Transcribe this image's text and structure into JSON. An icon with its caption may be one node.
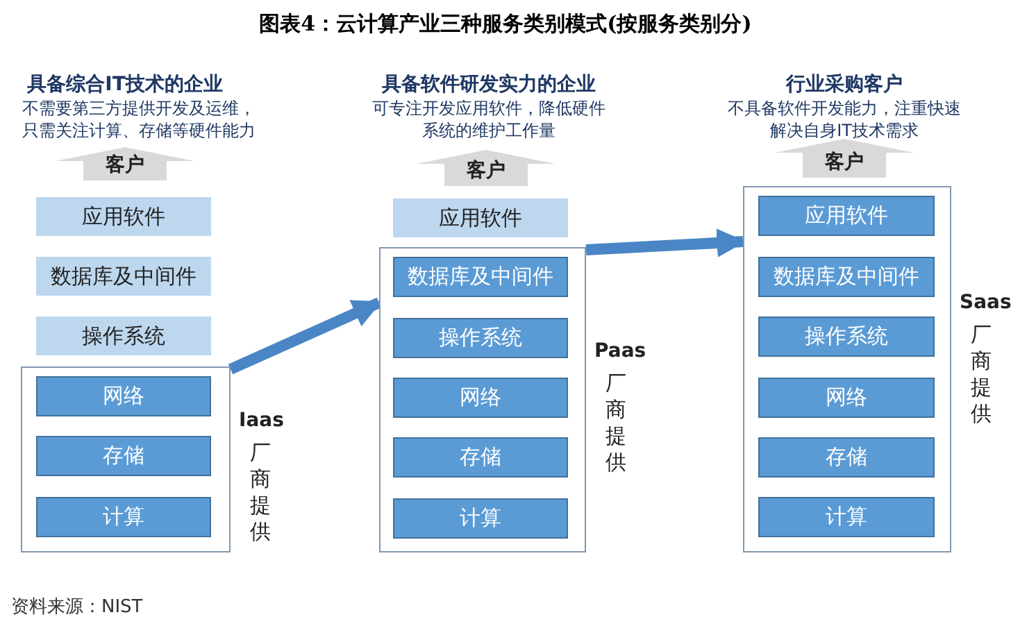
{
  "diagram": {
    "title": "图表4：云计算产业三种服务类别模式(按服务类别分)",
    "caption": "资料来源：NIST",
    "nodes": [
      {
        "text": [
          "客户"
        ]
      },
      {
        "text": [
          "应用软件"
        ]
      },
      {
        "text": [
          "数据库及中间件"
        ]
      },
      {
        "text": [
          "操作系统"
        ]
      },
      {
        "text": [],
        "shape": "box",
        "beside": [
          "Iaas",
          "厂商提供"
        ]
      },
      {
        "text": [
          "网络"
        ],
        "in": 4
      },
      {
        "text": [
          "存储"
        ],
        "in": 4
      },
      {
        "text": [
          "计算"
        ],
        "in": 4
      },
      {
        "text": [
          "客户"
        ]
      },
      {
        "text": [
          "应用软件"
        ]
      },
      {
        "text": [],
        "shape": "box",
        "beside": [
          "Paas",
          "厂商提供"
        ]
      },
      {
        "text": [
          "数据库及中间件"
        ],
        "in": 10
      },
      {
        "text": [
          "操作系统"
        ],
        "in": 10
      },
      {
        "text": [
          "网络"
        ],
        "in": 10
      },
      {
        "text": [
          "存储"
        ],
        "in": 10
      },
      {
        "text": [
          "计算"
        ],
        "in": 10
      },
      {
        "text": [
          "客户"
        ]
      },
      {
        "text": [],
        "shape": "box",
        "beside": [
          "Saas",
          "厂商提供"
        ]
      },
      {
        "text": [
          "应用软件"
        ],
        "in": 17
      },
      {
        "text": [
          "数据库及中间件"
        ],
        "in": 17
      },
      {
        "text": [
          "操作系统"
        ],
        "in": 17
      },
      {
        "text": [
          "网络"
        ],
        "in": 17
      },
      {
        "text": [
          "存储"
        ],
        "in": 17
      },
      {
        "text": [
          "计算"
        ],
        "in": 17
      }
    ],
    "edges": [
      {
        "from": 4,
        "to": 10,
        "arrow": "to"
      },
      {
        "from": 10,
        "to": 17,
        "arrow": "to"
      }
    ],
    "labels": [
      "具备综合IT技术的企业",
      "不需要第三方提供开发及运维，只需关注计算、存储等硬件能力",
      "具备软件研发实力的企业",
      "可专注开发应用软件，降低硬件系统的维护工作量",
      "行业采购客户",
      "不具备软件开发能力，注重快速解决自身IT技术需求"
    ]
  }
}
